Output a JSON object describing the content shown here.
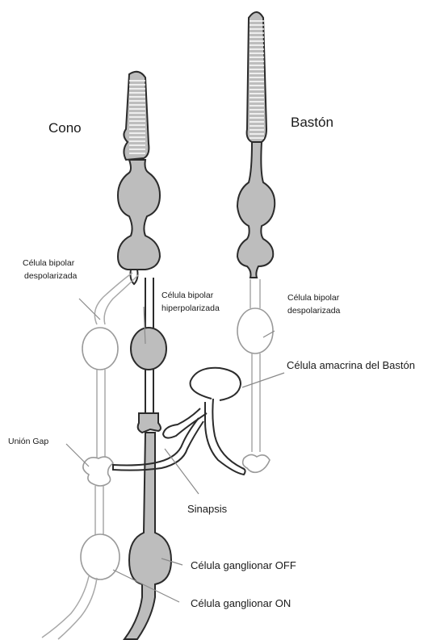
{
  "labels": {
    "cone": "Cono",
    "rod": "Bastón",
    "depol_bipolar_left": [
      "Célula bipolar",
      "despolarizada"
    ],
    "hyperpol_bipolar": [
      "Célula bipolar",
      "hiperpolarizada"
    ],
    "depol_bipolar_right": [
      "Célula bipolar",
      "despolarizada"
    ],
    "rod_amacrine": "Célula amacrina del Bastón",
    "gap_junction": "Unión Gap",
    "synapse": "Sinapsis",
    "off_ganglion": "Célula ganglionar OFF",
    "on_ganglion": "Célula ganglionar ON"
  },
  "colors": {
    "dark_cell_fill": "#bdbdbd",
    "dark_outline": "#2b2b2b",
    "light_outline": "#9a9a9a"
  }
}
